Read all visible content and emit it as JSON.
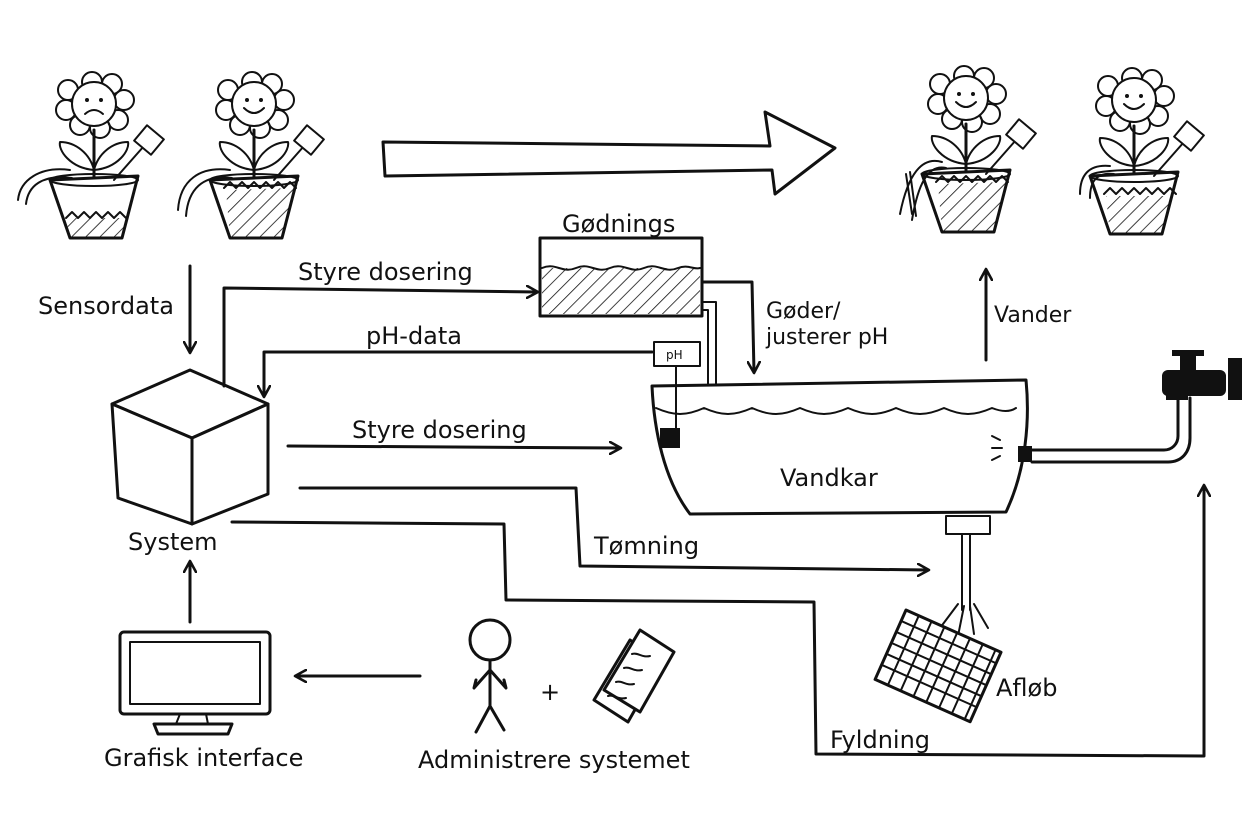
{
  "labels": {
    "sensordata": "Sensordata",
    "styre_dosering_top": "Styre dosering",
    "ph_data": "pH-data",
    "godnings": "Gødnings",
    "goder_line1": "Gøder/",
    "goder_line2": "justerer pH",
    "vander": "Vander",
    "ph_sensor": "pH",
    "styre_dosering_mid": "Styre dosering",
    "vandkar": "Vandkar",
    "system": "System",
    "tomning": "Tømning",
    "aflob": "Afløb",
    "fyldning": "Fyldning",
    "grafisk_interface": "Grafisk interface",
    "administrere": "Administrere systemet",
    "plus": "+"
  }
}
